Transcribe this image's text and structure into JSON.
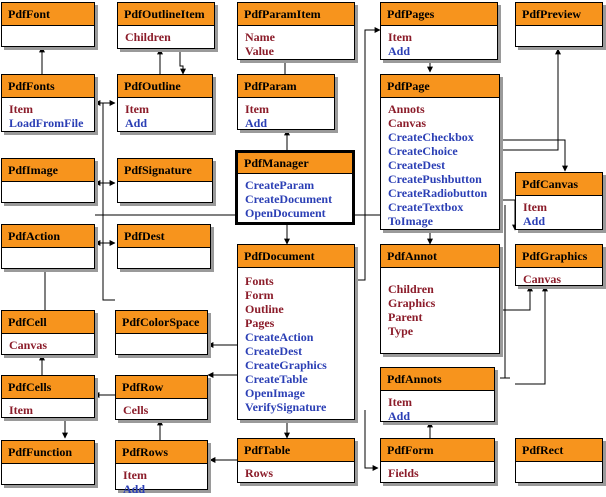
{
  "colors": {
    "header": "#f7941d",
    "property": "#8b1c2a",
    "method": "#2b3fb5"
  },
  "classes": {
    "PdfFont": {
      "title": "PdfFont",
      "props": [],
      "methods": []
    },
    "PdfOutlineItem": {
      "title": "PdfOutlineItem",
      "props": [
        "Children"
      ],
      "methods": []
    },
    "PdfParamItem": {
      "title": "PdfParamItem",
      "props": [
        "Name",
        "Value"
      ],
      "methods": []
    },
    "PdfPages": {
      "title": "PdfPages",
      "props": [
        "Item"
      ],
      "methods": [
        "Add"
      ]
    },
    "PdfPreview": {
      "title": "PdfPreview",
      "props": [],
      "methods": []
    },
    "PdfFonts": {
      "title": "PdfFonts",
      "props": [
        "Item"
      ],
      "methods": [
        "LoadFromFile"
      ]
    },
    "PdfOutline": {
      "title": "PdfOutline",
      "props": [
        "Item"
      ],
      "methods": [
        "Add"
      ]
    },
    "PdfParam": {
      "title": "PdfParam",
      "props": [
        "Item"
      ],
      "methods": [
        "Add"
      ]
    },
    "PdfPage": {
      "title": "PdfPage",
      "props": [
        "Annots",
        "Canvas"
      ],
      "methods": [
        "CreateCheckbox",
        "CreateChoice",
        "CreateDest",
        "CreatePushbutton",
        "CreateRadiobutton",
        "CreateTextbox",
        "ToImage"
      ]
    },
    "PdfImage": {
      "title": "PdfImage",
      "props": [],
      "methods": []
    },
    "PdfSignature": {
      "title": "PdfSignature",
      "props": [],
      "methods": []
    },
    "PdfManager": {
      "title": "PdfManager",
      "props": [],
      "methods": [
        "CreateParam",
        "CreateDocument",
        "OpenDocument"
      ]
    },
    "PdfCanvas": {
      "title": "PdfCanvas",
      "props": [
        "Item"
      ],
      "methods": [
        "Add"
      ]
    },
    "PdfAction": {
      "title": "PdfAction",
      "props": [],
      "methods": []
    },
    "PdfDest": {
      "title": "PdfDest",
      "props": [],
      "methods": []
    },
    "PdfDocument": {
      "title": "PdfDocument",
      "props": [
        "Fonts",
        "Form",
        "Outline",
        "Pages"
      ],
      "methods": [
        "CreateAction",
        "CreateDest",
        "CreateGraphics",
        "CreateTable",
        "OpenImage",
        "VerifySignature"
      ]
    },
    "PdfGraphics": {
      "title": "PdfGraphics",
      "props": [
        "Canvas"
      ],
      "methods": []
    },
    "PdfAnnot": {
      "title": "PdfAnnot",
      "props": [
        "Children",
        "Graphics",
        "Parent",
        "Type"
      ],
      "methods": []
    },
    "PdfCell": {
      "title": "PdfCell",
      "props": [
        "Canvas"
      ],
      "methods": []
    },
    "PdfColorSpace": {
      "title": "PdfColorSpace",
      "props": [],
      "methods": []
    },
    "PdfCells": {
      "title": "PdfCells",
      "props": [
        "Item"
      ],
      "methods": []
    },
    "PdfRow": {
      "title": "PdfRow",
      "props": [
        "Cells"
      ],
      "methods": []
    },
    "PdfAnnots": {
      "title": "PdfAnnots",
      "props": [
        "Item"
      ],
      "methods": [
        "Add"
      ]
    },
    "PdfFunction": {
      "title": "PdfFunction",
      "props": [],
      "methods": []
    },
    "PdfRows": {
      "title": "PdfRows",
      "props": [
        "Item"
      ],
      "methods": [
        "Add"
      ]
    },
    "PdfTable": {
      "title": "PdfTable",
      "props": [
        "Rows"
      ],
      "methods": []
    },
    "PdfForm": {
      "title": "PdfForm",
      "props": [
        "Fields"
      ],
      "methods": []
    },
    "PdfRect": {
      "title": "PdfRect",
      "props": [],
      "methods": []
    }
  }
}
